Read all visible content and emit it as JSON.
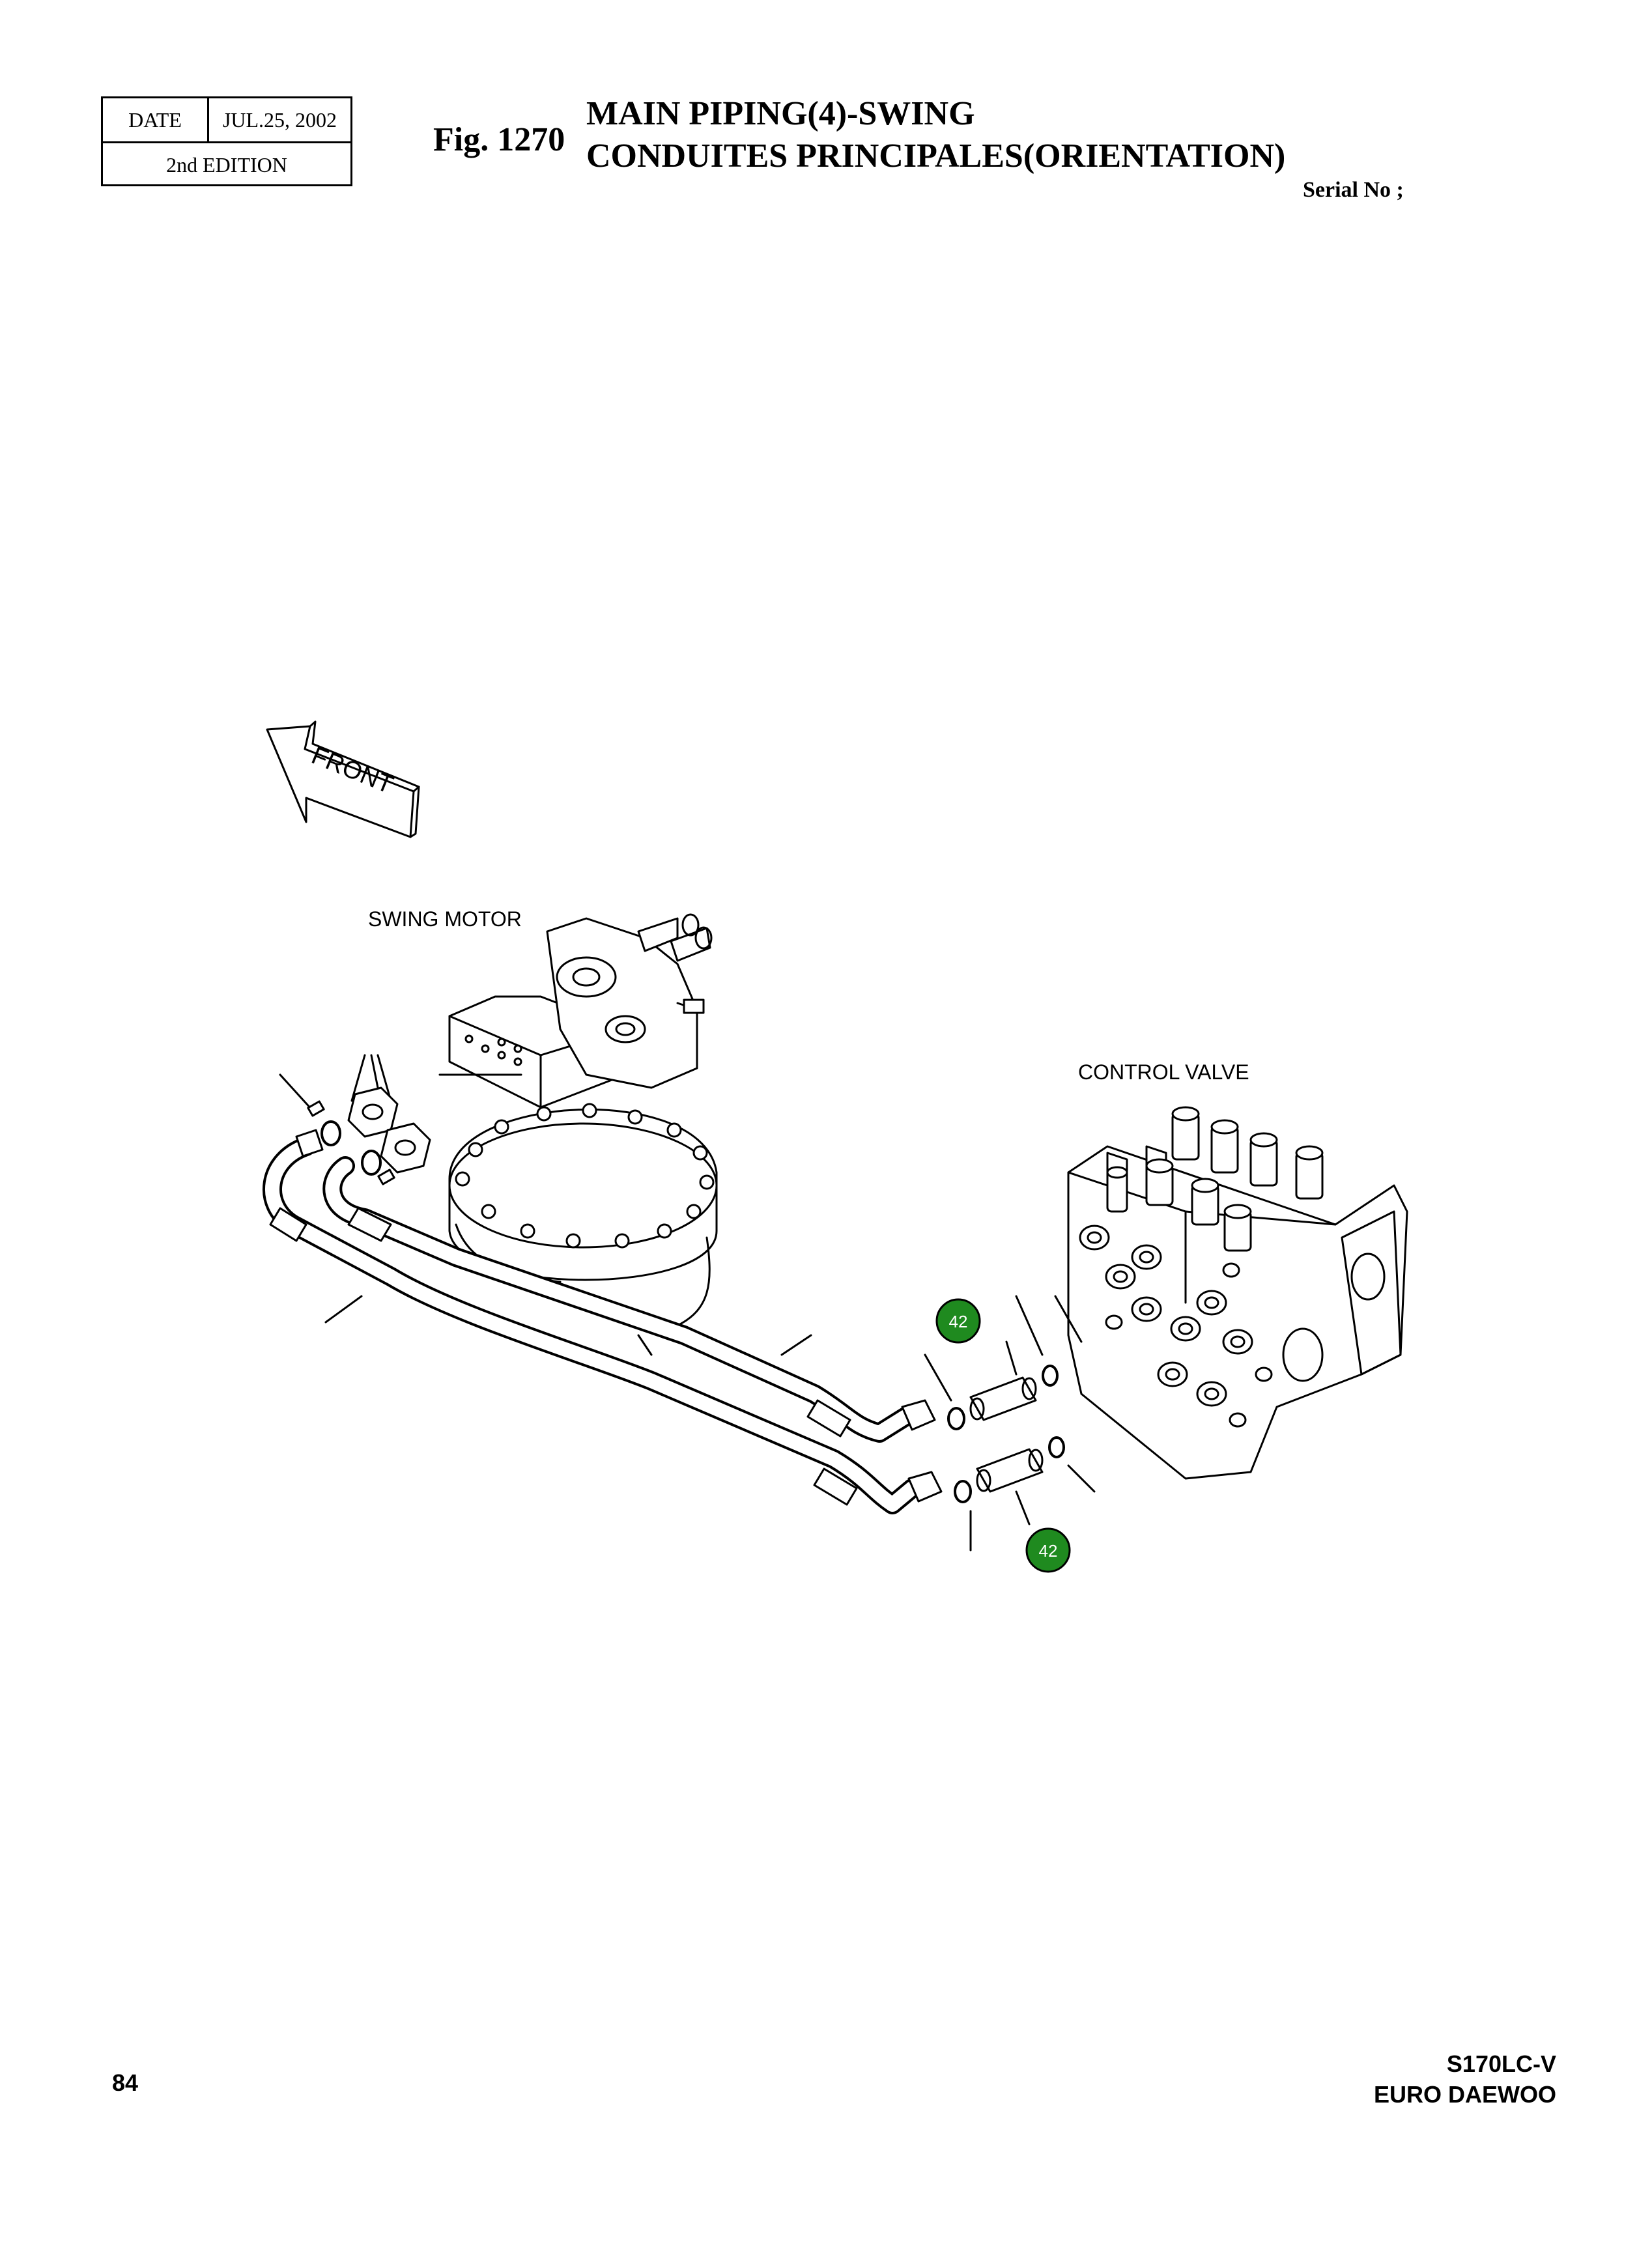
{
  "header": {
    "date_label": "DATE",
    "date_value": "JUL.25, 2002",
    "edition": "2nd EDITION",
    "fig_label": "Fig. 1270",
    "title_en": "MAIN PIPING(4)-SWING",
    "title_fr": "CONDUITES PRINCIPALES(ORIENTATION)",
    "serial_label": "Serial No ;"
  },
  "diagram": {
    "front_arrow_label": "FRONT",
    "swing_motor_label": "SWING MOTOR",
    "control_valve_label": "CONTROL VALVE",
    "callouts": [
      "42",
      "42"
    ],
    "callout_color": "#1f8a1f"
  },
  "footer": {
    "page_number": "84",
    "model": "S170LC-V",
    "brand": "EURO DAEWOO"
  }
}
